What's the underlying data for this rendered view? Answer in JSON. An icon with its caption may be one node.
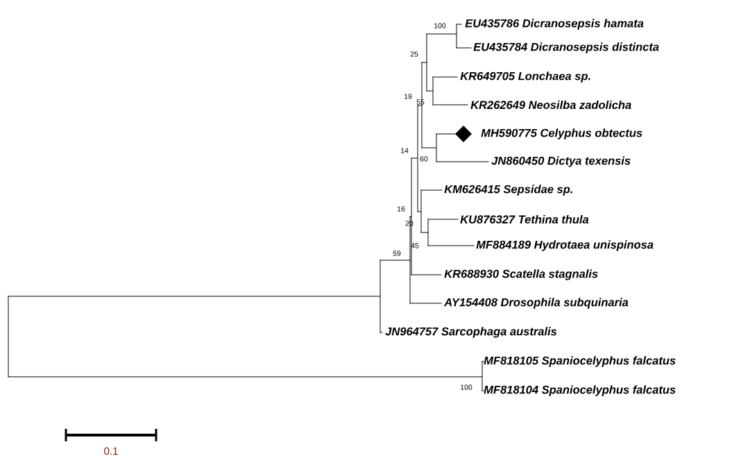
{
  "diagram": {
    "labels": [
      "100",
      "EU435786 Dicranosepsis hamata",
      "EU435784 Dicranosepsis distincta",
      "25",
      "KR649705 Lonchaea sp.",
      "19",
      "55",
      "KR262649 Neosilba zadolicha",
      "MH590775 Celyphus obtectus",
      "14",
      "60",
      "JN860450 Dictya texensis",
      "KM626415 Sepsidae sp.",
      "16",
      "KU876327 Tethina thula",
      "20",
      "MF884189 Hydrotaea unispinosa",
      "45",
      "59",
      "KR688930 Scatella stagnalis",
      "AY154408 Drosophila subquinaria",
      "JN964757 Sarcophaga australis",
      "MF818105 Spaniocelyphus falcatus",
      "100",
      "MF818104 Spaniocelyphus falcatus",
      "0.1"
    ]
  }
}
